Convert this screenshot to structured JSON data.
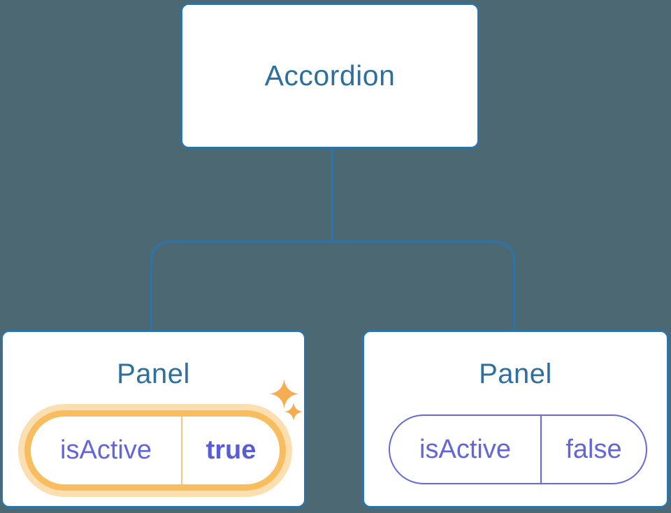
{
  "palette": {
    "background": "#4C6873",
    "node-bg": "#FFFFFF",
    "node-border-blue": "#2F73A5",
    "node-text-blue": "#2D6F9F",
    "connector-blue": "#2F73A5",
    "state-purple": "#6366DB",
    "state-purple-bold": "#585DD3",
    "pill-border-purple": "#6469DF",
    "pill-border-orange": "#F8BD5F",
    "pill-halo-orange": "#FCDFB1",
    "pill-divider-orange": "#F5C87D",
    "sparkle-orange": "#F6AD52"
  },
  "tree": {
    "root": {
      "label": "Accordion"
    },
    "children": [
      {
        "label": "Panel",
        "highlighted": true,
        "state": {
          "key": "isActive",
          "value": "true"
        }
      },
      {
        "label": "Panel",
        "highlighted": false,
        "state": {
          "key": "isActive",
          "value": "false"
        }
      }
    ]
  }
}
